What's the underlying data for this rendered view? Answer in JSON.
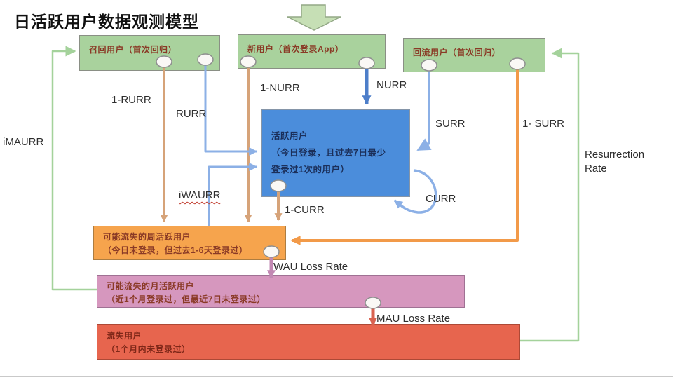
{
  "title": "日活跃用户数据观测模型",
  "boxes": {
    "recalled": {
      "label": "召回用户（首次回归）"
    },
    "new_user": {
      "label": "新用户（首次登录App）"
    },
    "returning": {
      "label": "回流用户（首次回归）"
    },
    "active": {
      "line1": "活跃用户",
      "line2": "（今日登录，且过去7日最少",
      "line3": "登录过1次的用户）"
    },
    "wau_at_risk": {
      "line1": "可能流失的周活跃用户",
      "line2": "（今日未登录，但过去1-6天登录过）"
    },
    "mau_at_risk": {
      "line1": "可能流失的月活跃用户",
      "line2": "（近1个月登录过，但最近7日未登录过）"
    },
    "churned": {
      "line1": "流失用户",
      "line2": "（1个月内未登录过）"
    }
  },
  "labels": {
    "imaurr": "iMAURR",
    "one_rurr": "1-RURR",
    "rurr": "RURR",
    "iwaurr": "iWAURR",
    "one_nurr": "1-NURR",
    "nurr": "NURR",
    "surr": "SURR",
    "one_surr": "1- SURR",
    "one_curr": "1-CURR",
    "curr": "CURR",
    "wau_loss": "WAU Loss Rate",
    "mau_loss": "MAU Loss Rate",
    "resurrection_line1": "Resurrection",
    "resurrection_line2": "Rate"
  },
  "colors": {
    "green_box": "#a9d29d",
    "blue_box": "#4b8ddb",
    "orange_box": "#f6a44d",
    "pink_box": "#d697be",
    "red_box": "#e7654e",
    "box_text": "#8a3a26",
    "blue_box_text": "#1b2f5a",
    "tan_line": "#d6a379",
    "light_blue_line": "#8cb0e6",
    "dark_blue_line": "#4d7ec9",
    "orange_line": "#f29a49",
    "green_line": "#a4d29b",
    "plum_line": "#c288b3",
    "red_line": "#d96250"
  }
}
